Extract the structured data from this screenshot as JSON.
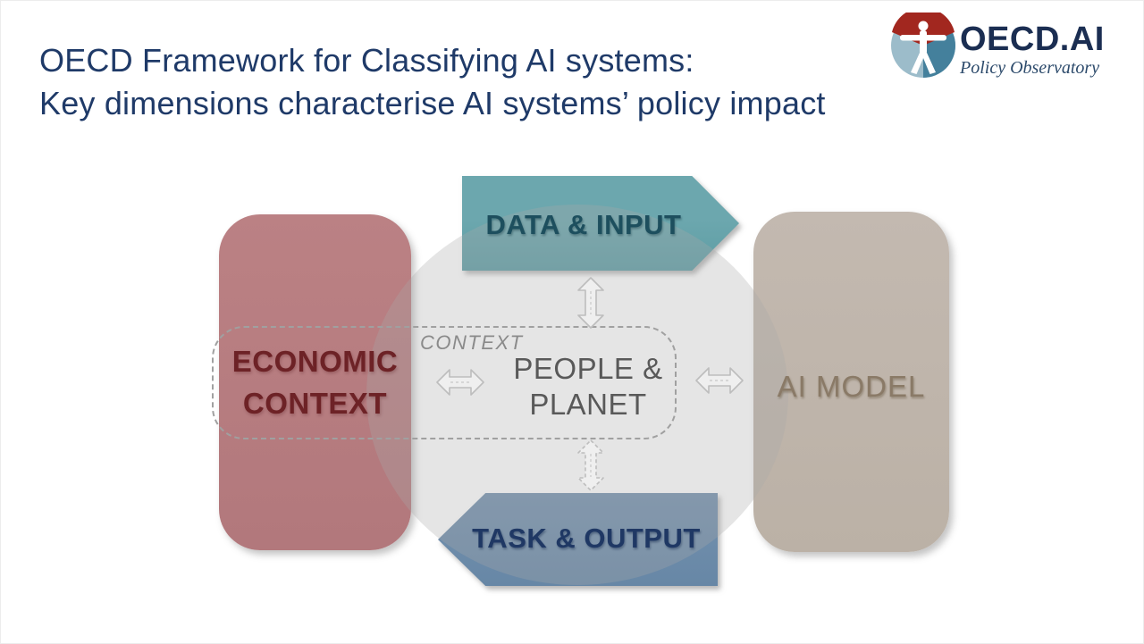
{
  "header": {
    "title_line1": "OECD Framework for Classifying AI systems:",
    "title_line2": "Key dimensions characterise AI systems’ policy impact"
  },
  "logo": {
    "brand": "OECD.AI",
    "tagline": "Policy Observatory",
    "icon": "vitruvian-man-icon"
  },
  "diagram": {
    "data_input_label": "DATA & INPUT",
    "task_output_label": "TASK & OUTPUT",
    "economic_line1": "ECONOMIC",
    "economic_line2": "CONTEXT",
    "ai_model_label": "AI MODEL",
    "people_line1": "PEOPLE &",
    "people_line2": "PLANET",
    "context_label": "CONTEXT",
    "connectors": [
      "double-arrow-up-down-top",
      "double-arrow-up-down-bottom",
      "double-arrow-left-right-left",
      "double-arrow-left-right-right"
    ]
  },
  "colors": {
    "title_navy": "#1f3a68",
    "brand_navy": "#1b2e52",
    "teal_arrow": "#68a4ab",
    "teal_text": "#1d4f5e",
    "steelblue_arrow": "#6d8cab",
    "steelblue_text": "#1f3864",
    "rose_box": "#ba7f82",
    "rose_text": "#6d2226",
    "tan_box": "#c1b7ad",
    "tan_text": "#8a7a67",
    "center_text": "#595959",
    "context_label_gray": "#8a8a8a",
    "dashed_border": "#a0a0a0",
    "connector_gray": "#bdbdbd",
    "ellipse_gray": "rgba(168,168,168,0.30)",
    "logo_red": "#a2271f",
    "logo_lightblue": "#9cbcca",
    "logo_blue": "#44809c"
  }
}
